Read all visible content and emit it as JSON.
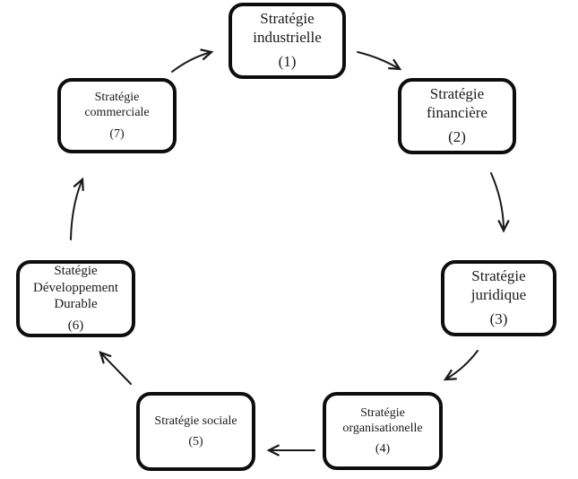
{
  "diagram": {
    "boxes": [
      {
        "label": "Stratégie industrielle",
        "number": "(1)"
      },
      {
        "label": "Stratégie financière",
        "number": "(2)"
      },
      {
        "label": "Stratégie juridique",
        "number": "(3)"
      },
      {
        "label": "Stratégie organisationelle",
        "number": "(4)"
      },
      {
        "label": "Stratégie sociale",
        "number": "(5)"
      },
      {
        "label": "Statégie Développement Durable",
        "number": "(6)"
      },
      {
        "label": "Stratégie commerciale",
        "number": "(7)"
      }
    ],
    "arrows": [
      {
        "from": 1,
        "to": 2
      },
      {
        "from": 2,
        "to": 3
      },
      {
        "from": 3,
        "to": 4
      },
      {
        "from": 4,
        "to": 5
      },
      {
        "from": 5,
        "to": 6
      },
      {
        "from": 6,
        "to": 7
      },
      {
        "from": 7,
        "to": 1
      }
    ],
    "colors": {
      "background": "#ffffff",
      "box_fill": "#ffffff",
      "box_border": "#0d0d0d",
      "text": "#1a1a1a",
      "arrow": "#1a1a1a"
    }
  }
}
